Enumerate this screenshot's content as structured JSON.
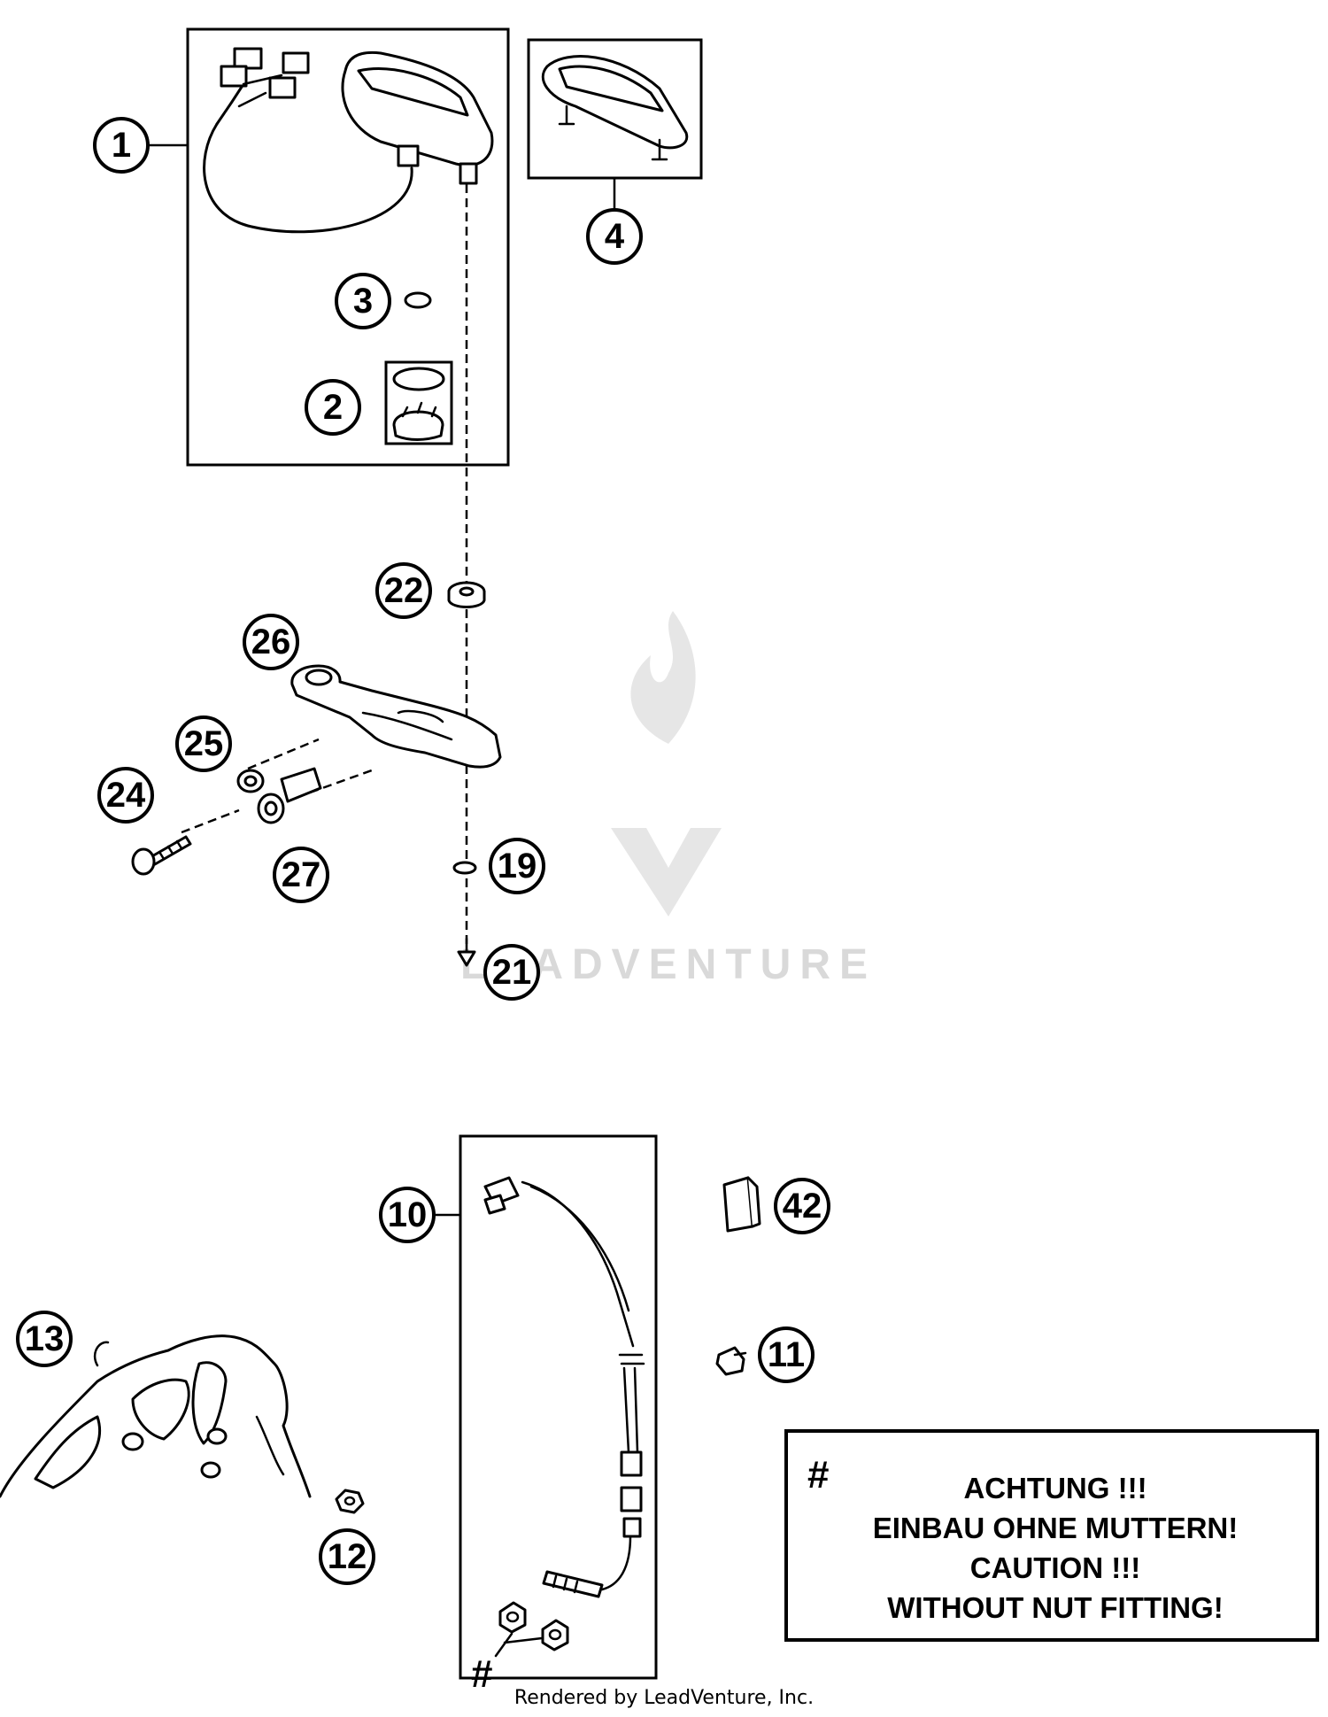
{
  "callouts": {
    "c1": "1",
    "c2": "2",
    "c3": "3",
    "c4": "4",
    "c10": "10",
    "c11": "11",
    "c12": "12",
    "c13": "13",
    "c19": "19",
    "c21": "21",
    "c22": "22",
    "c24": "24",
    "c25": "25",
    "c26": "26",
    "c27": "27",
    "c42": "42"
  },
  "note": {
    "hash": "#",
    "line1": "ACHTUNG !!!",
    "line2": "EINBAU OHNE MUTTERN!",
    "line3": "CAUTION !!!",
    "line4": "WITHOUT NUT FITTING!"
  },
  "hash_marker": "#",
  "watermark": "LEADVENTURE",
  "footer": "Rendered by LeadVenture, Inc."
}
